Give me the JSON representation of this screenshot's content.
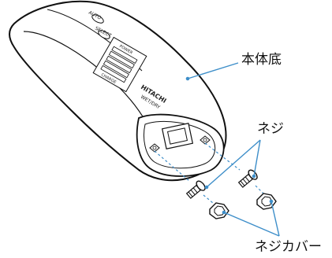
{
  "callouts": {
    "body_bottom": "本体底",
    "screws": "ネジ",
    "screw_covers": "ネジカバー"
  },
  "device": {
    "button_labels": [
      "AUTO",
      "SELECT"
    ],
    "panel_labels": [
      "POWER",
      "CHARGE"
    ],
    "brand": "HITACHI",
    "model_text": "WET/DRY"
  },
  "colors": {
    "outline": "#111111",
    "dashed": "#3d8ec9",
    "leader": "#3d8ec9",
    "fill": "#ffffff"
  }
}
